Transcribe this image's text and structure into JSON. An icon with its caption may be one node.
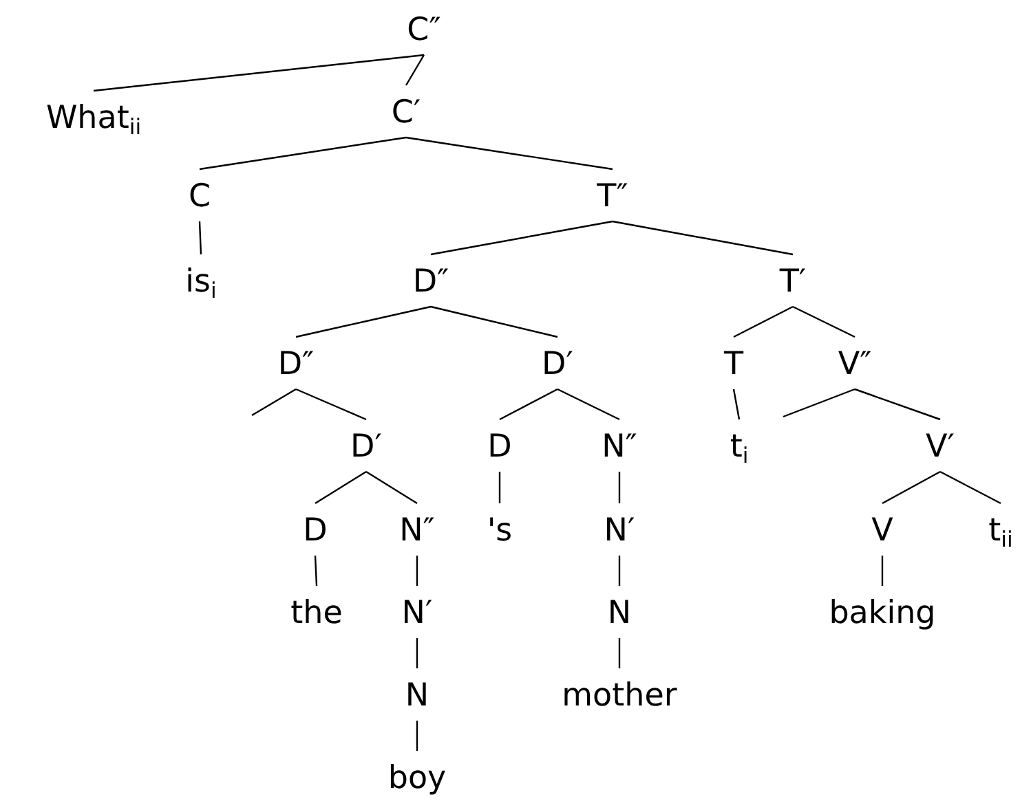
{
  "diagram": {
    "nodes": [
      {
        "text": [
          "C″"
        ]
      },
      {
        "text": [
          "What$_{ii}$"
        ]
      },
      {
        "text": [
          "C′"
        ]
      },
      {
        "text": [
          "C"
        ]
      },
      {
        "text": [
          "T″"
        ]
      },
      {
        "text": [
          "is$_{i}$"
        ]
      },
      {
        "text": [
          "D″"
        ]
      },
      {
        "text": [
          "T′"
        ]
      },
      {
        "text": [
          "D″"
        ]
      },
      {
        "text": [
          "D′"
        ]
      },
      {
        "text": [
          "T"
        ]
      },
      {
        "text": [
          "V″"
        ]
      },
      {
        "text": [
          "D′"
        ]
      },
      {
        "text": [
          "D"
        ]
      },
      {
        "text": [
          "N″"
        ]
      },
      {
        "text": [
          "t$_{i}$"
        ]
      },
      {
        "text": [
          "V′"
        ]
      },
      {
        "text": [
          "D"
        ]
      },
      {
        "text": [
          "N″"
        ]
      },
      {
        "text": [
          "'s"
        ]
      },
      {
        "text": [
          "N′"
        ]
      },
      {
        "text": [
          "V"
        ]
      },
      {
        "text": [
          "t$_{ii}$"
        ]
      },
      {
        "text": [
          "the"
        ]
      },
      {
        "text": [
          "N′"
        ]
      },
      {
        "text": [
          "N"
        ]
      },
      {
        "text": [
          "baking"
        ]
      },
      {
        "text": [
          "N"
        ]
      },
      {
        "text": [
          "mother"
        ]
      },
      {
        "text": [
          "boy"
        ]
      }
    ],
    "edges": [
      {
        "from": 0,
        "to": 1,
        "arrow": "none"
      },
      {
        "from": 0,
        "to": 2,
        "arrow": "none"
      },
      {
        "from": 2,
        "to": 3,
        "arrow": "none"
      },
      {
        "from": 2,
        "to": 4,
        "arrow": "none"
      },
      {
        "from": 3,
        "to": 5,
        "arrow": "none"
      },
      {
        "from": 4,
        "to": 6,
        "arrow": "none"
      },
      {
        "from": 4,
        "to": 7,
        "arrow": "none"
      },
      {
        "from": 6,
        "to": 8,
        "arrow": "none"
      },
      {
        "from": 6,
        "to": 9,
        "arrow": "none"
      },
      {
        "from": 7,
        "to": 10,
        "arrow": "none"
      },
      {
        "from": 7,
        "to": 11,
        "arrow": "none"
      },
      {
        "from": 8,
        "to": null,
        "arrow": "none"
      },
      {
        "from": 8,
        "to": 12,
        "arrow": "none"
      },
      {
        "from": 9,
        "to": 13,
        "arrow": "none"
      },
      {
        "from": 9,
        "to": 14,
        "arrow": "none"
      },
      {
        "from": 10,
        "to": 15,
        "arrow": "none"
      },
      {
        "from": 11,
        "to": null,
        "arrow": "none"
      },
      {
        "from": 11,
        "to": 16,
        "arrow": "none"
      },
      {
        "from": 12,
        "to": 17,
        "arrow": "none"
      },
      {
        "from": 12,
        "to": 18,
        "arrow": "none"
      },
      {
        "from": 13,
        "to": 19,
        "arrow": "none"
      },
      {
        "from": 14,
        "to": 20,
        "arrow": "none"
      },
      {
        "from": 16,
        "to": 21,
        "arrow": "none"
      },
      {
        "from": 16,
        "to": 22,
        "arrow": "none"
      },
      {
        "from": 17,
        "to": 23,
        "arrow": "none"
      },
      {
        "from": 18,
        "to": 24,
        "arrow": "none"
      },
      {
        "from": 20,
        "to": 25,
        "arrow": "none"
      },
      {
        "from": 21,
        "to": 26,
        "arrow": "none"
      },
      {
        "from": 24,
        "to": 27,
        "arrow": "none"
      },
      {
        "from": 25,
        "to": 28,
        "arrow": "none"
      },
      {
        "from": 27,
        "to": 29,
        "arrow": "none"
      }
    ]
  }
}
